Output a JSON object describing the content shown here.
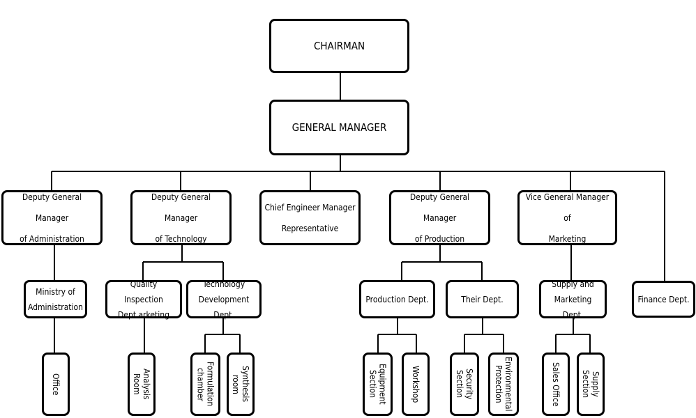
{
  "chart": {
    "chairman": "CHAIRMAN",
    "general_manager": "GENERAL MANAGER",
    "level2": [
      {
        "id": "admin",
        "label": "Deputy General Manager\nof Administration"
      },
      {
        "id": "tech",
        "label": "Deputy General Manager\nof Technology"
      },
      {
        "id": "chief",
        "label": "Chief Engineer Manager\nRepresentative"
      },
      {
        "id": "prod",
        "label": "Deputy General Manager\nof Production"
      },
      {
        "id": "mkt",
        "label": "Vice General Manager of\nMarketing"
      },
      {
        "id": "fin",
        "label": "Finance Dept."
      }
    ],
    "level3": [
      {
        "id": "ministry",
        "label": "Ministry of\nAdministration"
      },
      {
        "id": "qi",
        "label": "Quality Inspection\nDept.arketing"
      },
      {
        "id": "td",
        "label": "Technology\nDevelopment Dept."
      },
      {
        "id": "pd",
        "label": "Production Dept."
      },
      {
        "id": "their",
        "label": "Their Dept."
      },
      {
        "id": "supply",
        "label": "Supply and\nMarketing Dept."
      }
    ],
    "level4": [
      {
        "id": "office",
        "label": "Office"
      },
      {
        "id": "analysis",
        "label": "Analysis Room"
      },
      {
        "id": "formulation",
        "label": "Formulation\nchamber"
      },
      {
        "id": "synthesis",
        "label": "Synthesis room"
      },
      {
        "id": "equipment",
        "label": "Equipment\nSection"
      },
      {
        "id": "workshop",
        "label": "Workshop"
      },
      {
        "id": "security",
        "label": "Security\nSection"
      },
      {
        "id": "environmental",
        "label": "Environmental\nProtection"
      },
      {
        "id": "sales",
        "label": "Sales Office"
      },
      {
        "id": "supplysec",
        "label": "Supply Section"
      }
    ]
  }
}
